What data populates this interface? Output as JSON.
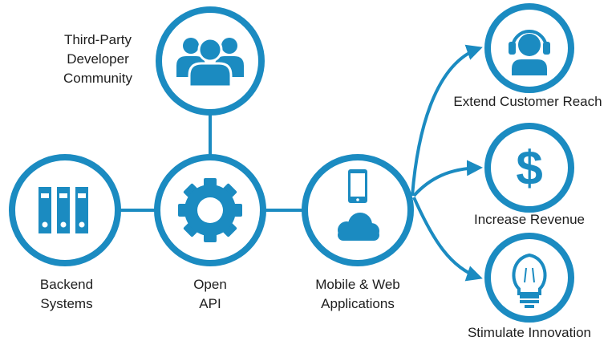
{
  "colors": {
    "accent": "#1b8bc1",
    "background": "#ffffff",
    "text": "#1e1e1e"
  },
  "nodes": {
    "community": {
      "label": "Third-Party\nDeveloper\nCommunity",
      "icon": "people-group-icon"
    },
    "backend": {
      "label": "Backend\nSystems",
      "icon": "binders-icon"
    },
    "api": {
      "label": "Open\nAPI",
      "icon": "gear-icon"
    },
    "apps": {
      "label": "Mobile & Web\nApplications",
      "icon": "phone-cloud-icon"
    },
    "reach": {
      "label": "Extend Customer Reach",
      "icon": "headset-person-icon"
    },
    "revenue": {
      "label": "Increase Revenue",
      "icon": "dollar-icon"
    },
    "innovation": {
      "label": "Stimulate Innovation",
      "icon": "lightbulb-icon"
    }
  }
}
